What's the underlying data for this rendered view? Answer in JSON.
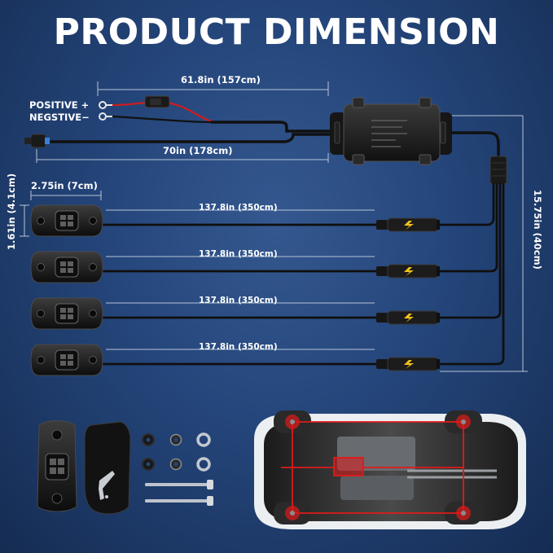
{
  "title": "PRODUCT DIMENSION",
  "power": {
    "positive_label": "POSITIVE",
    "positive_sign": "+",
    "negative_label": "NEGSTIVE",
    "negative_sign": "−"
  },
  "dimensions": {
    "lead_to_fuse": "61.8in (157cm)",
    "lead_total": "70in (178cm)",
    "light_width": "2.75in (7cm)",
    "light_height": "1.61in (4.1cm)",
    "split_cable": "15.75in (40cm)",
    "light_cables": [
      "137.8in (350cm)",
      "137.8in (350cm)",
      "137.8in (350cm)",
      "137.8in (350cm)"
    ]
  },
  "colors": {
    "background": "#24457a",
    "text": "#ffffff",
    "cable": "#111111",
    "positive_wire": "#d21b1b",
    "connector_accent": "#f2c21a",
    "car_highlight": "#e01a1a"
  }
}
